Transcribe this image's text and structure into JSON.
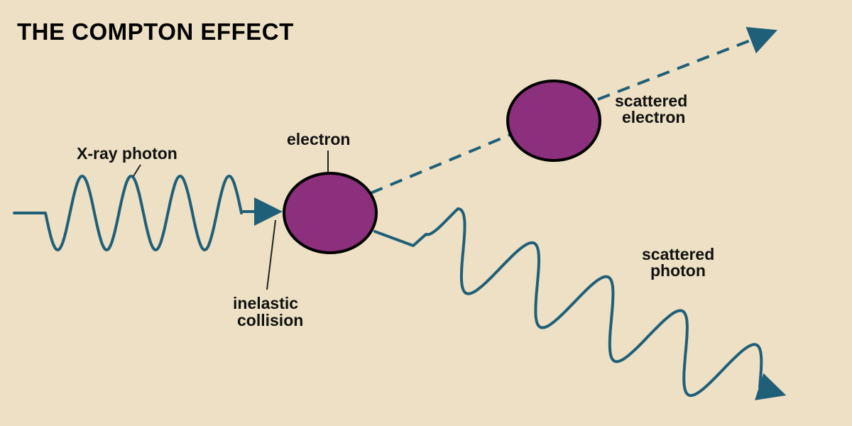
{
  "title": "THE COMPTON EFFECT",
  "labels": {
    "xray_photon": "X-ray photon",
    "electron": "electron",
    "scattered_electron_line1": "scattered",
    "scattered_electron_line2": "electron",
    "inelastic_line1": "inelastic",
    "inelastic_line2": "collision",
    "scattered_photon_line1": "scattered",
    "scattered_photon_line2": "photon"
  },
  "colors": {
    "background": "#ede0c4",
    "wave": "#1f5f78",
    "electron_fill": "#8c2f7c",
    "electron_stroke": "#000000",
    "leader": "#222222"
  }
}
